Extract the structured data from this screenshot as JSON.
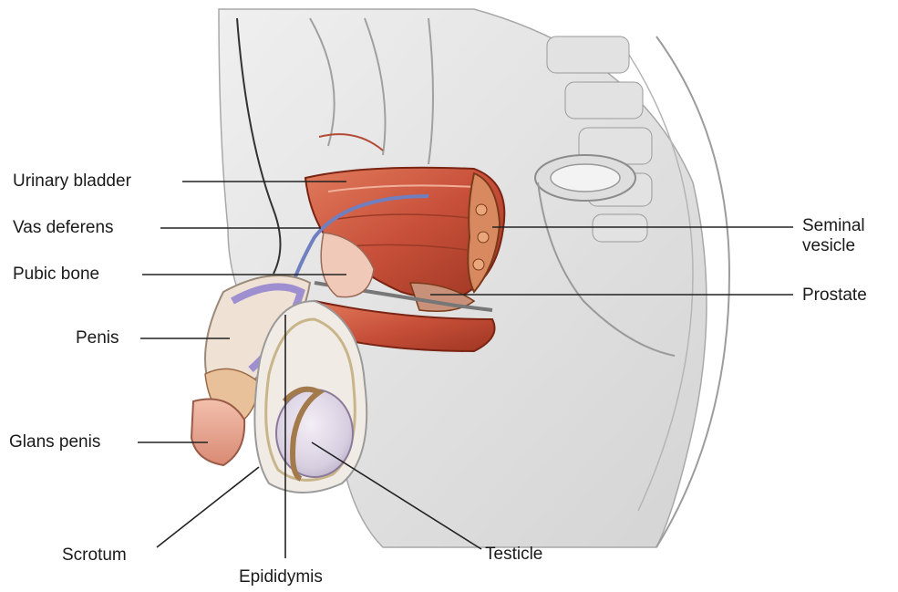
{
  "labels": {
    "urinary_bladder": "Urinary bladder",
    "vas_deferens": "Vas deferens",
    "pubic_bone": "Pubic bone",
    "penis": "Penis",
    "glans_penis": "Glans penis",
    "scrotum": "Scrotum",
    "epididymis": "Epididymis",
    "testicle": "Testicle",
    "seminal_vesicle": "Seminal\nvesicle",
    "prostate": "Prostate"
  },
  "colors": {
    "muscle": "#c9553a",
    "muscle_dark": "#8e2f1f",
    "tissue_gray": "#d9d9d9",
    "skin": "#e9a48e",
    "vessel": "#8c84c9",
    "leader": "#222222"
  }
}
